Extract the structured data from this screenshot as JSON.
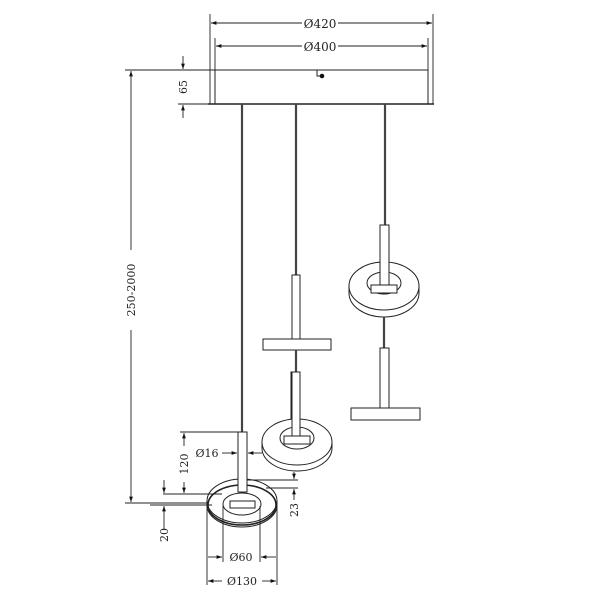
{
  "drawing": {
    "title": "Pendant lamp technical drawing - 3 light cluster",
    "units": "mm",
    "colors": {
      "line": "#222222",
      "background": "#ffffff",
      "cord": "#444444"
    }
  },
  "dimensions": {
    "canopy_outer_diameter": "Ø420",
    "canopy_inner_diameter": "Ø400",
    "canopy_height": "65",
    "overall_drop": "250-2000",
    "stem_height": "120",
    "stem_diameter": "Ø16",
    "ring_thickness": "23",
    "ring_offset": "20",
    "ring_inner_diameter": "Ø60",
    "ring_outer_diameter": "Ø130"
  },
  "components": {
    "canopy": "ceiling-canopy",
    "pendants": [
      {
        "id": "pendant-left",
        "type": "ring"
      },
      {
        "id": "pendant-middle",
        "type": "ring-with-disc"
      },
      {
        "id": "pendant-right",
        "type": "ring-with-disc"
      }
    ]
  }
}
